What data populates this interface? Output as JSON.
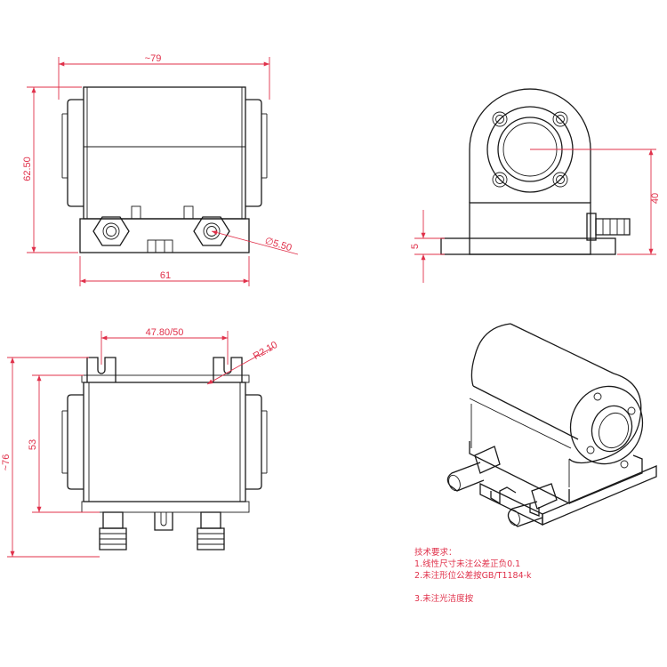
{
  "dimensions": {
    "front_width": "~79",
    "front_height": "62.50",
    "front_base": "61",
    "port_diameter": "∅5.50",
    "side_height": "40",
    "side_base": "5",
    "top_slot_spacing": "47.80/50",
    "top_radius": "R2.10",
    "top_length": "~76",
    "top_body": "53"
  },
  "notes": {
    "title": "技术要求：",
    "line1": "1.线性尺寸未注公差正负0.1",
    "line2": "2.未注形位公差按GB/T1184-k",
    "line3": "3.未注光洁度按"
  },
  "colors": {
    "outline": "#1a1a1a",
    "dimension": "#e0304a"
  }
}
